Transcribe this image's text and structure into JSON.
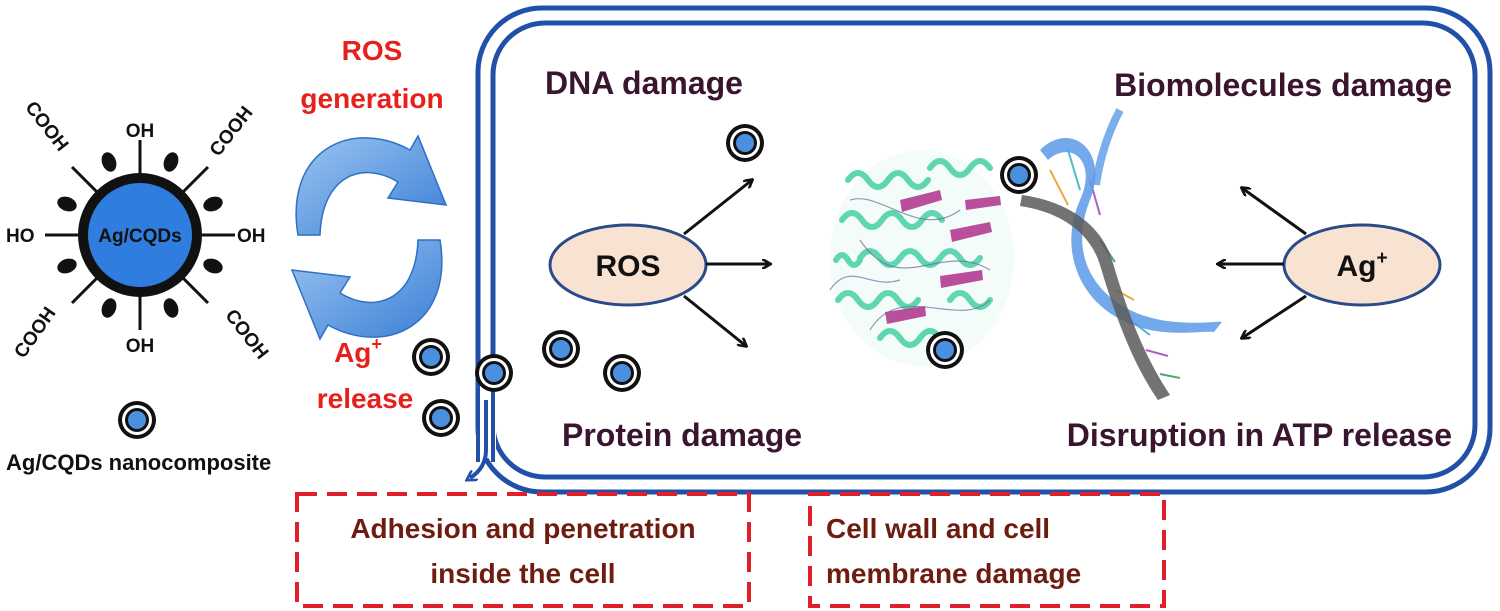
{
  "particle": {
    "core_label": "Ag/CQDs",
    "groups": {
      "top": "OH",
      "bottom": "OH",
      "left": "HO",
      "right": "OH",
      "upper_left": "COOH",
      "upper_right": "COOH",
      "lower_left": "COOH",
      "lower_right": "COOH"
    },
    "legend_label": "Ag/CQDs nanocomposite"
  },
  "cycle": {
    "top_line1": "ROS",
    "top_line2": "generation",
    "bottom_line1": "Ag",
    "bottom_sup": "+",
    "bottom_line2": "release"
  },
  "cell": {
    "labels": {
      "dna_damage": "DNA damage",
      "biomolecules_damage": "Biomolecules damage",
      "protein_damage": "Protein damage",
      "atp_disruption": "Disruption in ATP release"
    },
    "ros_node": "ROS",
    "ag_node": "Ag",
    "ag_sup": "+"
  },
  "dashed_boxes": {
    "adhesion_line1": "Adhesion and penetration",
    "adhesion_line2": "inside the cell",
    "wall_line1": "Cell wall and cell",
    "wall_line2": "membrane damage"
  },
  "colors": {
    "membrane": "#2150a8",
    "core": "#2f7ddf",
    "accent_red": "#e8201c",
    "ellipse_fill": "#f8e2d2",
    "ellipse_stroke": "#2a4a8a",
    "protein": "#5ed6b0",
    "protein_sheet": "#b0308e",
    "dna_strand_a": "#5a9ae8",
    "dna_strand_b": "#555555"
  }
}
